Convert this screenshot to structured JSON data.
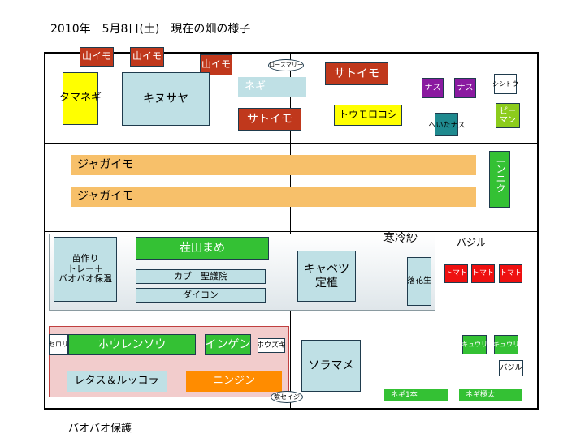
{
  "title": "2010年　5月8日(土)　現在の畑の様子",
  "footer": "バオバオ保護",
  "row1": {
    "yamaimo_1": "山イモ",
    "yamaimo_2": "山イモ",
    "yamaimo_3": "山イモ",
    "rosemary": "ローズマリー",
    "tamanegi": "タマネギ",
    "kinusaya": "キヌサヤ",
    "negi": "ネギ",
    "satoimo_1": "サトイモ",
    "satoimo_2": "サトイモ",
    "tomorokoshi": "トウモロコシ",
    "nasu_1": "ナス",
    "nasu_2": "ナス",
    "shishito": "シシトウ",
    "pi_man": "ピーマン",
    "heta_nasu": "へいたナス"
  },
  "row2": {
    "jagaimo_1": "ジャガイモ",
    "jagaimo_2": "ジャガイモ",
    "ninniku": "ニンニク"
  },
  "row3": {
    "naezukuri": "苗作り\nトレー＋\nバオバオ保温",
    "chadamame": "茬田まめ",
    "kabu": "カブ　聖護院",
    "daikon": "ダイコン",
    "kanreisha": "寒冷紗",
    "cabbage": "キャベツ\n定植",
    "rakkasei": "落花生",
    "basil": "バジル",
    "tomato_1": "トマト",
    "tomato_2": "トマト",
    "tomato_3": "トマト"
  },
  "row4": {
    "serori": "セロリ",
    "horenso": "ホウレンソウ",
    "ingen": "インゲン",
    "houzuki": "ホウズキ",
    "retasu": "レタス＆ルッコラ",
    "ninjin": "ニンジン",
    "murasaki_seiji": "紫セイジ",
    "soramame": "ソラマメ",
    "kyuri_1": "キュウリ",
    "kyuri_2": "キュウリ",
    "basil_small": "バジル",
    "negi_1pon": "ネギ1本",
    "negi_gokubuto": "ネギ極太"
  }
}
